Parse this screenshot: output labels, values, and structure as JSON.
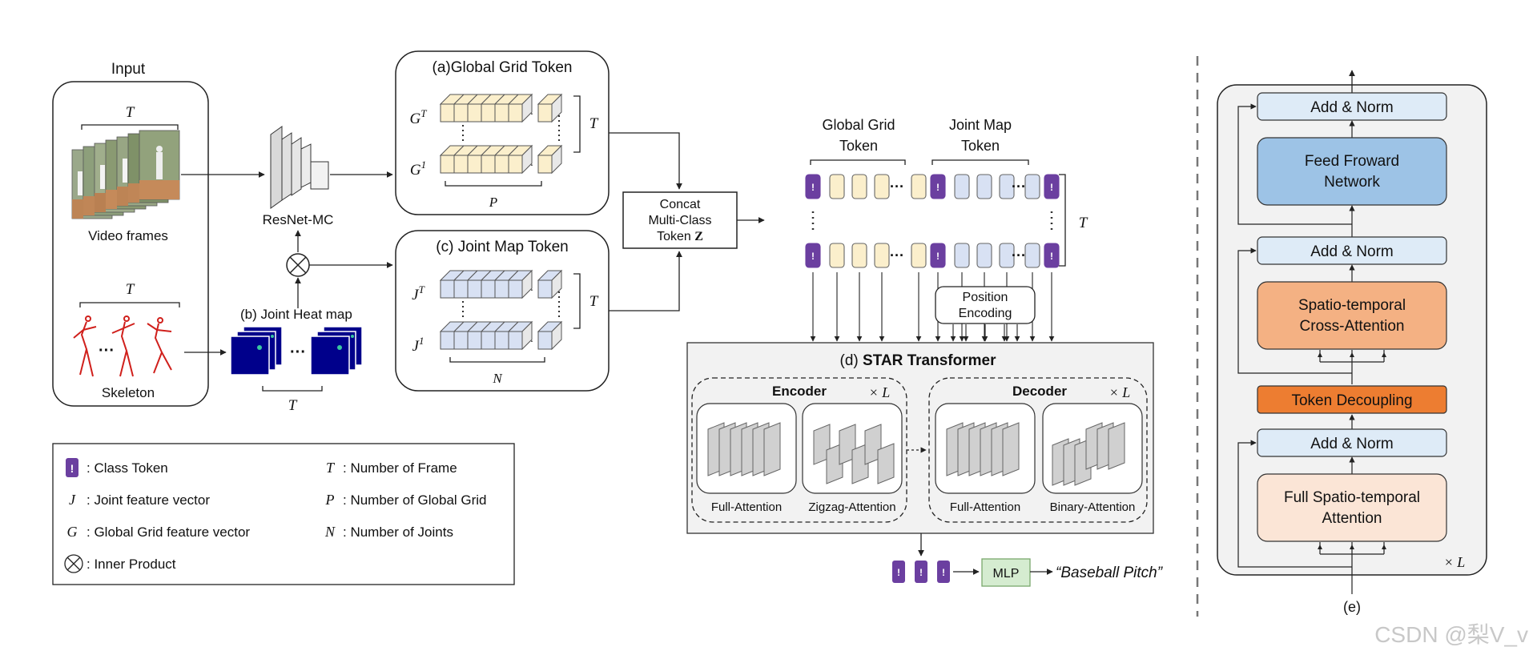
{
  "input": {
    "title": "Input",
    "video_label": "Video frames",
    "skeleton_label": "Skeleton",
    "t_symbol": "T",
    "ellipsis": "···"
  },
  "resnet": {
    "label": "ResNet-MC"
  },
  "heatmap": {
    "label": "(b)  Joint Heat map",
    "t_symbol": "T",
    "ellipsis": "···"
  },
  "global_grid": {
    "title": "(a)Global Grid Token",
    "gT_base": "G",
    "gT_sup": "T",
    "g1_base": "G",
    "g1_sup": "1",
    "t_symbol": "T",
    "p_symbol": "P"
  },
  "joint_map": {
    "title": "(c) Joint Map Token",
    "jT_base": "J",
    "jT_sup": "T",
    "j1_base": "J",
    "j1_sup": "1",
    "t_symbol": "T",
    "n_symbol": "N"
  },
  "concat": {
    "line1": "Concat",
    "line2": "Multi-Class",
    "line3_prefix": "Token ",
    "line3_bold": "Z"
  },
  "tokens": {
    "global_label_1": "Global Grid",
    "global_label_2": "Token",
    "joint_label_1": "Joint Map",
    "joint_label_2": "Token",
    "class_glyph": "!",
    "t_symbol": "T",
    "ellipsis": "···",
    "position_1": "Position",
    "position_2": "Encoding"
  },
  "star": {
    "prefix": "(d) ",
    "title": "STAR Transformer",
    "encoder_label": "Encoder",
    "decoder_label": "Decoder",
    "times_l": "× L",
    "full_attention": "Full-Attention",
    "zigzag_attention": "Zigzag-Attention",
    "binary_attention": "Binary-Attention"
  },
  "output": {
    "mlp": "MLP",
    "result": "“Baseball Pitch”",
    "class_glyph": "!"
  },
  "legend": {
    "class_token": ": Class Token",
    "joint_sym": "J",
    "joint": ": Joint feature vector",
    "global_sym": "G",
    "global": ": Global Grid feature vector",
    "inner_product": ": Inner Product",
    "frame_sym": "T",
    "frame": ": Number of Frame",
    "grid_sym": "P",
    "grid": ": Number of Global Grid",
    "joints_sym": "N",
    "joints": ": Number of Joints",
    "class_glyph": "!"
  },
  "block_e": {
    "add_norm": "Add & Norm",
    "ffn_1": "Feed Froward",
    "ffn_2": "Network",
    "cross_1": "Spatio-temporal",
    "cross_2": "Cross-Attention",
    "decoupling": "Token Decoupling",
    "full_1": "Full Spatio-temporal",
    "full_2": "Attention",
    "times_l": "× L",
    "label": "(e)"
  },
  "watermark": "CSDN @梨V_v",
  "colors": {
    "class_token": "#6b3fa0",
    "grid_token": "#fbefcc",
    "joint_token": "#d8e1f3",
    "ffn": "#9dc3e6",
    "cross_attention": "#f4b183",
    "decoupling": "#ed7d31",
    "full_attention": "#fbe5d6",
    "add_norm": "#deebf7",
    "mlp": "#d5ecd0",
    "heatmap": "#00008b"
  }
}
